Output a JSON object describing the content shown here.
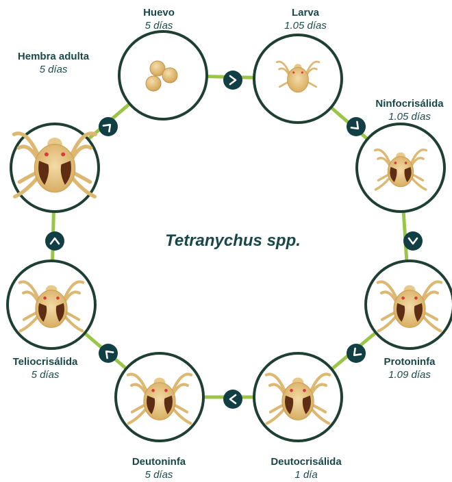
{
  "center_title": "Tetranychus spp.",
  "colors": {
    "ring": "#9bc549",
    "circle_border": "#1e3f32",
    "arrow_bg": "#123f43",
    "text": "#1a4748",
    "body_light": "#e2c07f",
    "body_dark": "#5e2e14",
    "eye": "#d93a3a"
  },
  "stages": [
    {
      "name": "Huevo",
      "duration": "5 días",
      "icon": "eggs-icon"
    },
    {
      "name": "Larva",
      "duration": "1.05 días",
      "icon": "larva-icon"
    },
    {
      "name": "Ninfocrisálida",
      "duration": "1.05 días",
      "icon": "nymphochrysalis-icon"
    },
    {
      "name": "Protoninfa",
      "duration": "1.09 días",
      "icon": "protonymph-icon"
    },
    {
      "name": "Deutocrisálida",
      "duration": "1 día",
      "icon": "deutochrysalis-icon"
    },
    {
      "name": "Deutoninfa",
      "duration": "5 días",
      "icon": "deutonymph-icon"
    },
    {
      "name": "Teliocrisálida",
      "duration": "5 días",
      "icon": "teliochrysalis-icon"
    },
    {
      "name": "Hembra adulta",
      "duration": "5 días",
      "icon": "adult-female-icon"
    }
  ],
  "arrows": [
    {
      "glyph": ">",
      "direction": "right"
    },
    {
      "glyph": ">",
      "direction": "down-right"
    },
    {
      "glyph": "v",
      "direction": "down"
    },
    {
      "glyph": ">",
      "direction": "down-left"
    },
    {
      "glyph": "<",
      "direction": "left"
    },
    {
      "glyph": "<",
      "direction": "up-left"
    },
    {
      "glyph": "^",
      "direction": "up"
    },
    {
      "glyph": ">",
      "direction": "up-right"
    }
  ]
}
